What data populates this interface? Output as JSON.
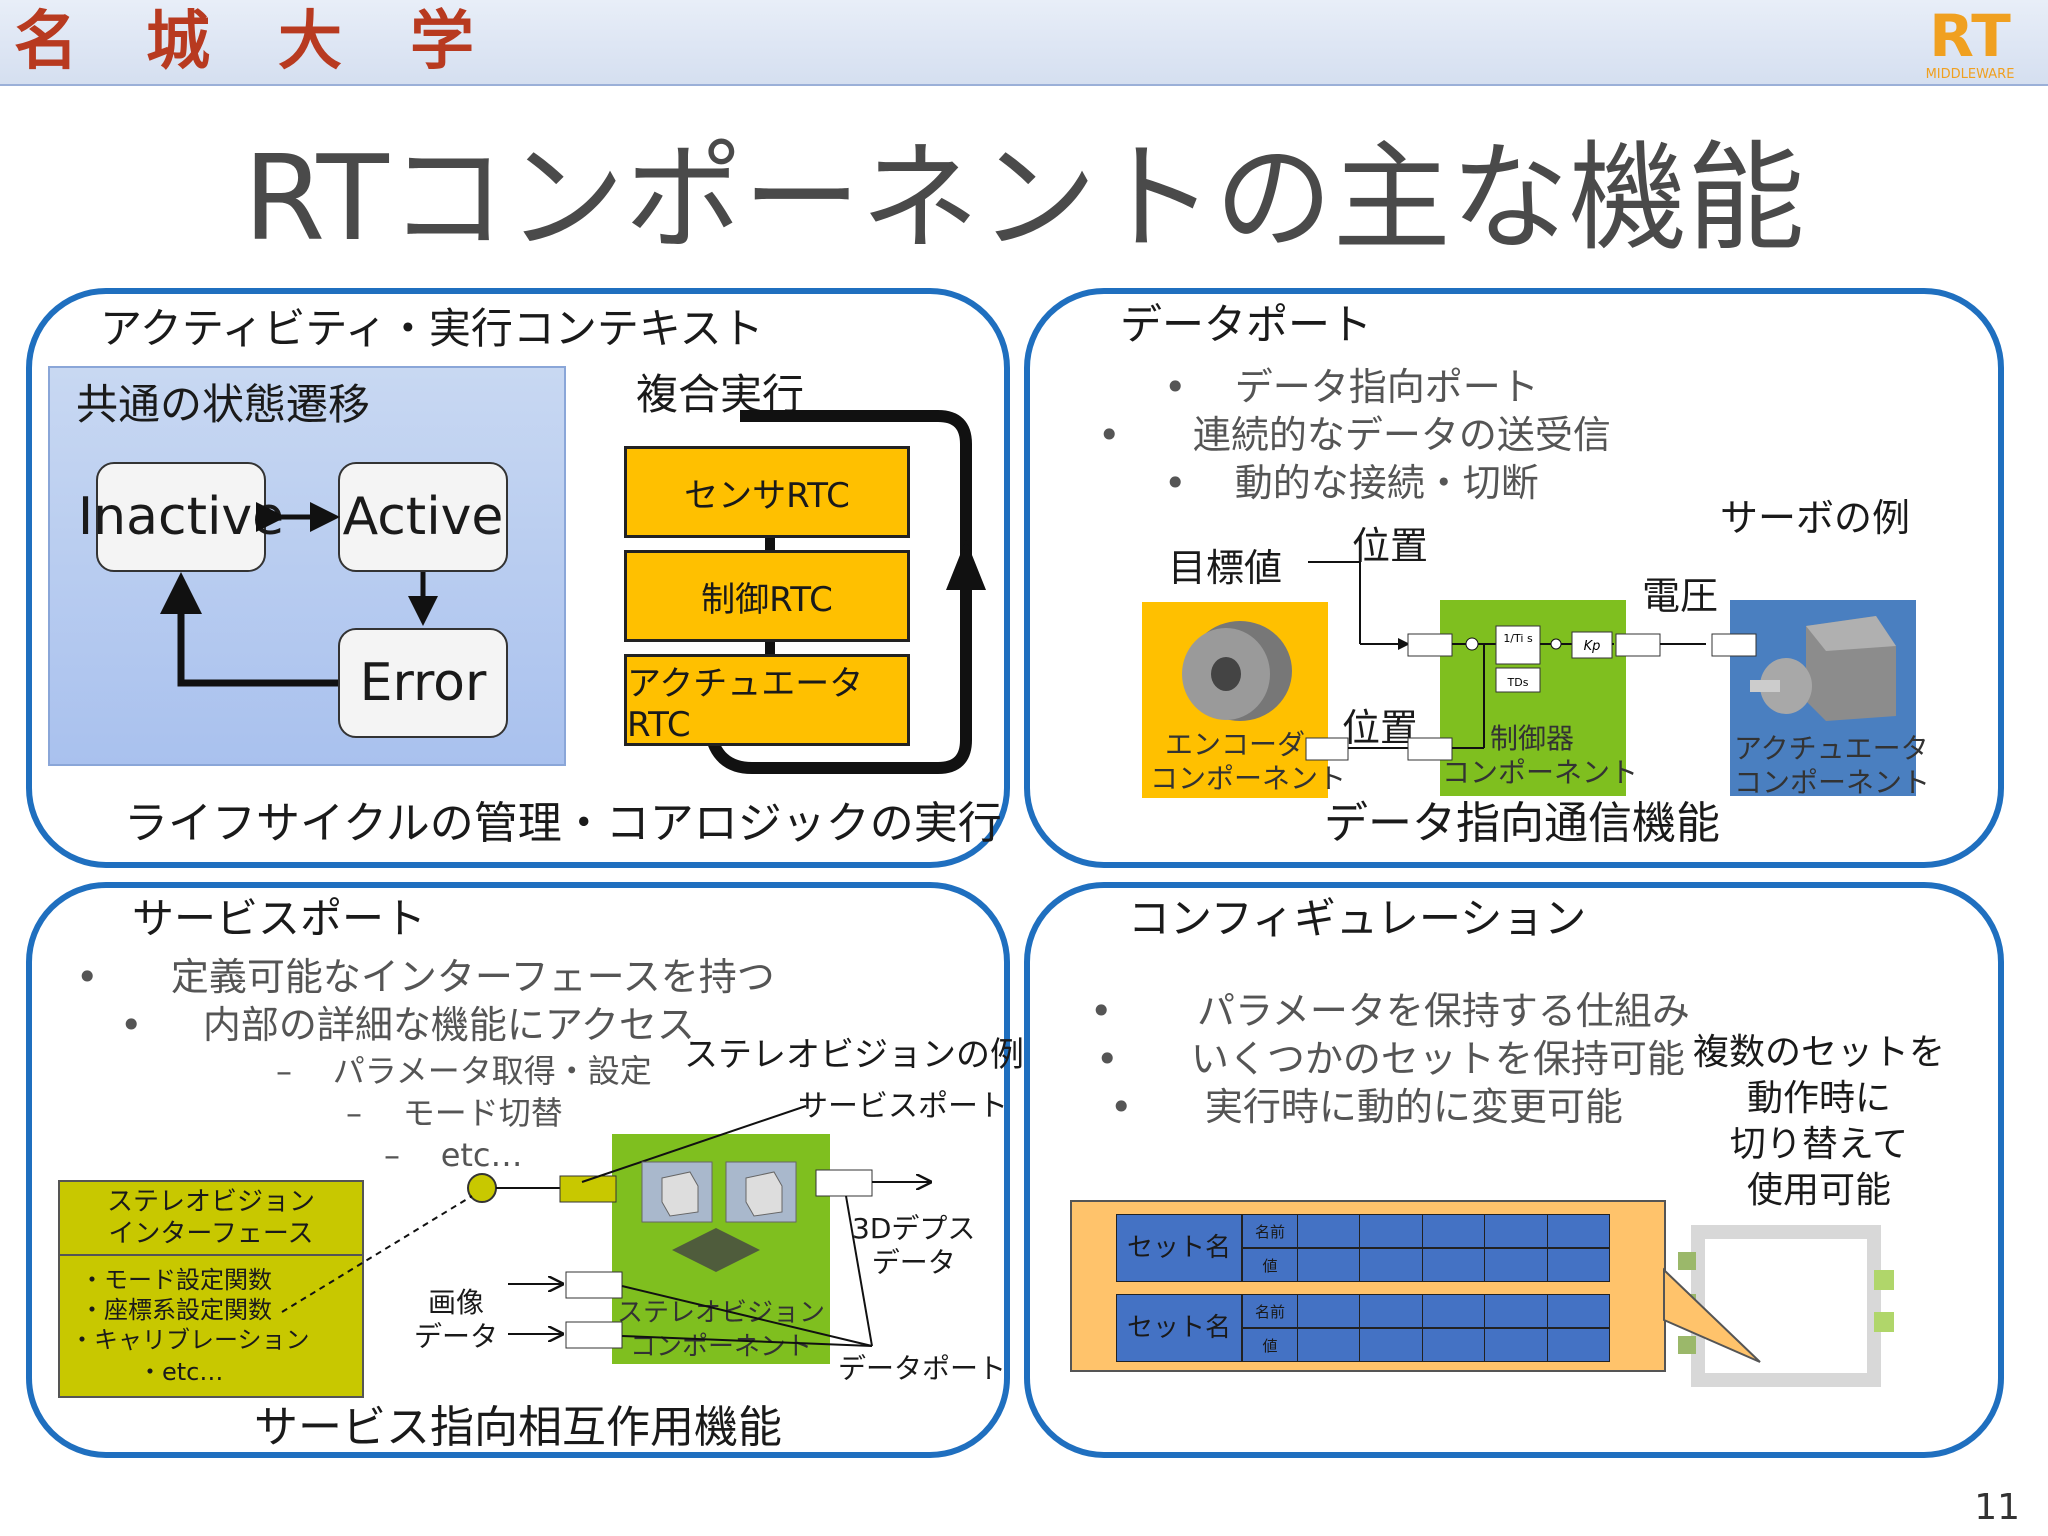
{
  "header": {
    "university": "名城大学",
    "logo_main": "RT",
    "logo_sub": "MIDDLEWARE"
  },
  "title": "RTコンポーネントの主な機能",
  "panel1": {
    "title": "アクティビティ・実行コンテキスト",
    "state_box_title": "共通の状態遷移",
    "states": {
      "inactive": "Inactive",
      "active": "Active",
      "error": "Error"
    },
    "composite_title": "複合実行",
    "rtcs": [
      "センサRTC",
      "制御RTC",
      "アクチュエータRTC"
    ],
    "caption": "ライフサイクルの管理・コアロジックの実行"
  },
  "panel2": {
    "title": "データポート",
    "bullets": [
      "データ指向ポート",
      "連続的なデータの送受信",
      "動的な接続・切断"
    ],
    "servo_example": "サーボの例",
    "target": "目標値",
    "position_top": "位置",
    "voltage": "電圧",
    "position_bottom": "位置",
    "encoder": "エンコーダ\nコンポーネント",
    "controller": "制御器\nコンポーネント",
    "actuator": "アクチュエータ\nコンポーネント",
    "kp": "Kp",
    "ti": "1\nTi s",
    "td": "TDs",
    "caption": "データ指向通信機能"
  },
  "panel3": {
    "title": "サービスポート",
    "bullets": [
      "定義可能なインターフェースを持つ",
      "内部の詳細な機能にアクセス"
    ],
    "sub_bullets": [
      "パラメータ取得・設定",
      "モード切替",
      "etc…"
    ],
    "stereo_example": "ステレオビジョンの例",
    "service_port": "サービスポート",
    "interface_title": "ステレオビジョン\nインターフェース",
    "interface_items": [
      "・モード設定関数",
      "・座標系設定関数",
      "・キャリブレーション",
      "・etc…"
    ],
    "depth_data": "3Dデプス\nデータ",
    "image_data": "画像\nデータ",
    "component": "ステレオビジョン\nコンポーネント",
    "data_port": "データポート",
    "caption": "サービス指向相互作用機能"
  },
  "panel4": {
    "title": "コンフィギュレーション",
    "bullets": [
      "パラメータを保持する仕組み",
      "いくつかのセットを保持可能",
      "実行時に動的に変更可能"
    ],
    "side_text": "複数のセットを\n動作時に\n切り替えて\n使用可能",
    "set_label": "セット名",
    "row_name": "名前",
    "row_value": "値"
  },
  "page_number": "11",
  "colors": {
    "panel_border": "#1f6fbf",
    "orange": "#ffc000",
    "green": "#7fbf1f",
    "blue_cell": "#4472c4",
    "olive": "#c8c800"
  }
}
